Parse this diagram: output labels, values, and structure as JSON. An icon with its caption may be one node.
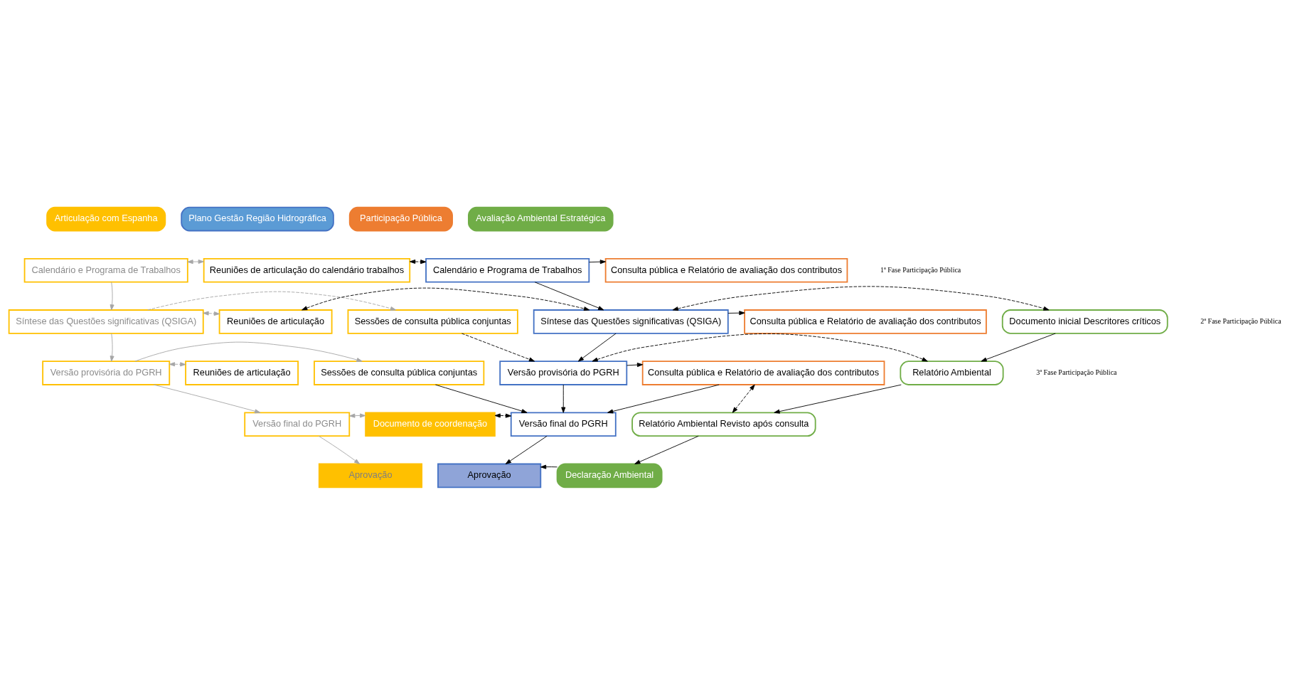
{
  "diagram": {
    "nodes": [
      {
        "text": [
          "Articulação com Espanha"
        ]
      },
      {
        "text": [
          "Plano Gestão Região Hidrográfica"
        ]
      },
      {
        "text": [
          "Participação Pública"
        ]
      },
      {
        "text": [
          "Avaliação Ambiental Estratégica"
        ]
      },
      {
        "text": [
          "Calendário e Programa de Trabalhos"
        ]
      },
      {
        "text": [
          "Reuniões de articulação do calendário trabalhos"
        ]
      },
      {
        "text": [
          "Calendário e Programa de Trabalhos"
        ]
      },
      {
        "text": [
          "Consulta pública e Relatório de avaliação dos contributos"
        ]
      },
      {
        "text": [
          "Síntese das Questões significativas (QSIGA)"
        ]
      },
      {
        "text": [
          "Reuniões de articulação"
        ]
      },
      {
        "text": [
          "Sessões de consulta pública conjuntas"
        ]
      },
      {
        "text": [
          "Síntese das Questões significativas (QSIGA)"
        ]
      },
      {
        "text": [
          "Consulta pública e Relatório de avaliação dos contributos"
        ]
      },
      {
        "text": [
          "Documento inicial Descritores críticos"
        ]
      },
      {
        "text": [
          "Versão provisória do PGRH"
        ]
      },
      {
        "text": [
          "Reuniões de articulação"
        ]
      },
      {
        "text": [
          "Sessões de consulta pública conjuntas"
        ]
      },
      {
        "text": [
          "Versão provisória do PGRH"
        ]
      },
      {
        "text": [
          "Consulta pública e Relatório de avaliação dos contributos"
        ]
      },
      {
        "text": [
          "Relatório Ambiental"
        ]
      },
      {
        "text": [
          "Versão final do PGRH"
        ]
      },
      {
        "text": [
          "Documento de coordenação"
        ]
      },
      {
        "text": [
          "Versão final do PGRH"
        ]
      },
      {
        "text": [
          "Relatório Ambiental Revisto após consulta"
        ]
      },
      {
        "text": [
          "Aprovação"
        ]
      },
      {
        "text": [
          "Aprovação"
        ]
      },
      {
        "text": [
          "Declaração Ambiental"
        ]
      }
    ],
    "edges": [
      {
        "from": 4,
        "to": 5,
        "arrow": "both",
        "color": "#a6a6a6"
      },
      {
        "from": 5,
        "to": 6,
        "arrow": "both",
        "style": "dashed"
      },
      {
        "from": 6,
        "to": 7,
        "arrow": "to"
      },
      {
        "from": 6,
        "to": 11,
        "arrow": "to"
      },
      {
        "from": 4,
        "to": 8,
        "arrow": "to",
        "color": "#a6a6a6"
      },
      {
        "from": 8,
        "to": 9,
        "arrow": "both",
        "style": "dashed",
        "color": "#a6a6a6"
      },
      {
        "from": 8,
        "to": 10,
        "arrow": "to",
        "style": "dashed",
        "color": "#a6a6a6"
      },
      {
        "from": 9,
        "to": 11,
        "arrow": "both",
        "style": "dashed"
      },
      {
        "from": 11,
        "to": 12,
        "arrow": "to"
      },
      {
        "from": 11,
        "to": 13,
        "arrow": "both",
        "style": "dashed"
      },
      {
        "from": 11,
        "to": 17,
        "arrow": "to"
      },
      {
        "from": 10,
        "to": 17,
        "arrow": "to",
        "style": "dashed"
      },
      {
        "from": 13,
        "to": 19,
        "arrow": "to"
      },
      {
        "from": 8,
        "to": 14,
        "arrow": "to",
        "color": "#a6a6a6"
      },
      {
        "from": 14,
        "to": 15,
        "arrow": "both",
        "style": "dashed",
        "color": "#a6a6a6"
      },
      {
        "from": 14,
        "to": 16,
        "arrow": "to",
        "color": "#a6a6a6"
      },
      {
        "from": 17,
        "to": 22,
        "arrow": "to"
      },
      {
        "from": 17,
        "to": 18,
        "arrow": "to"
      },
      {
        "from": 18,
        "to": 22,
        "arrow": "to"
      },
      {
        "from": 17,
        "to": 19,
        "arrow": "both",
        "style": "dashed"
      },
      {
        "from": 18,
        "to": 23,
        "arrow": "both",
        "style": "dashed"
      },
      {
        "from": 19,
        "to": 23,
        "arrow": "to"
      },
      {
        "from": 14,
        "to": 20,
        "arrow": "to",
        "color": "#a6a6a6"
      },
      {
        "from": 16,
        "to": 22,
        "arrow": "to"
      },
      {
        "from": 20,
        "to": 21,
        "arrow": "both",
        "color": "#a6a6a6"
      },
      {
        "from": 21,
        "to": 22,
        "arrow": "both",
        "style": "dashed"
      },
      {
        "from": 20,
        "to": 24,
        "arrow": "to",
        "color": "#a6a6a6"
      },
      {
        "from": 22,
        "to": 25,
        "arrow": "to"
      },
      {
        "from": 23,
        "to": 26,
        "arrow": "to"
      },
      {
        "from": 26,
        "to": 25,
        "arrow": "to"
      }
    ],
    "labels": [
      "1ª Fase Participação Pública",
      "2ª Fase Participação Pública",
      "3ª Fase Participação Pública"
    ]
  }
}
